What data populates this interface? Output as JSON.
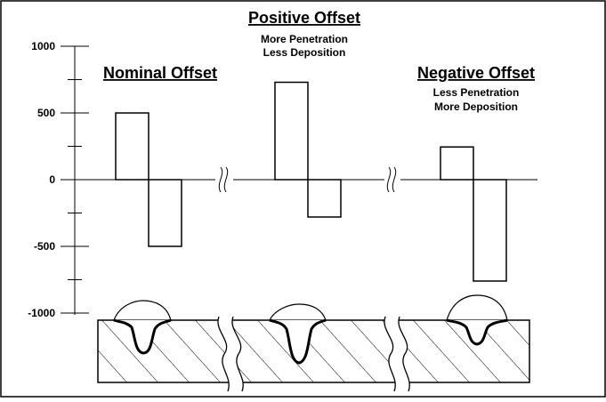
{
  "headings": {
    "nominal": {
      "title": "Nominal Offset",
      "lines": []
    },
    "positive": {
      "title": "Positive Offset",
      "lines": [
        "More Penetration",
        "Less Deposition"
      ]
    },
    "negative": {
      "title": "Negative Offset",
      "lines": [
        "Less Penetration",
        "More Deposition"
      ]
    }
  },
  "chart_data": {
    "type": "bar",
    "y_ticks": [
      1000,
      500,
      0,
      -500,
      -1000
    ],
    "y_tick_labels": [
      "1000",
      "500",
      "0",
      "-500",
      "-1000"
    ],
    "ylim": [
      -1000,
      1000
    ],
    "groups": [
      {
        "name": "Nominal Offset",
        "values": [
          500,
          -500
        ]
      },
      {
        "name": "Positive Offset",
        "values": [
          730,
          -280
        ]
      },
      {
        "name": "Negative Offset",
        "values": [
          245,
          -760
        ]
      }
    ],
    "axis_breaks": 2,
    "grid": false
  }
}
